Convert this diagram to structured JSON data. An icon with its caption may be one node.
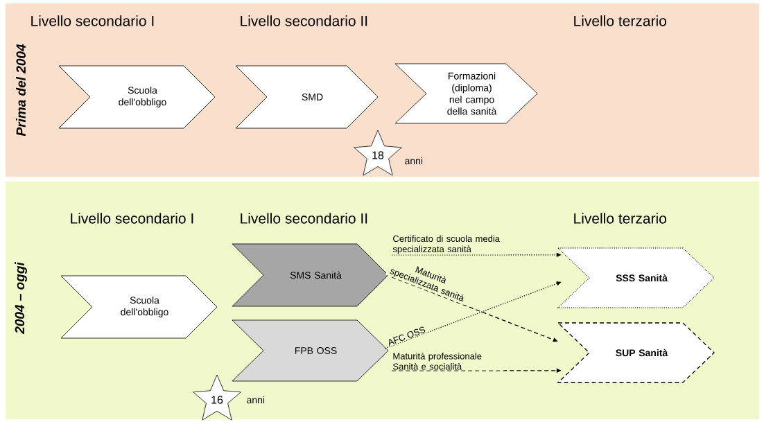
{
  "diagram": {
    "nodes": [
      {
        "text": [
          "Prima del 2004"
        ]
      },
      {
        "text": [
          "2004 – oggi"
        ]
      },
      {
        "text": [
          "Scuola dell'obbligo"
        ],
        "in": 0
      },
      {
        "text": [
          "SMD"
        ],
        "in": 0
      },
      {
        "text": [
          "Formazioni (diploma) nel campo della sanità"
        ],
        "in": 0
      },
      {
        "text": [
          "18"
        ],
        "beside": [
          "anni"
        ],
        "in": 0
      },
      {
        "text": [
          "Scuola dell'obbligo"
        ],
        "in": 1
      },
      {
        "text": [
          "SMS Sanità"
        ],
        "in": 1
      },
      {
        "text": [
          "FPB OSS"
        ],
        "in": 1
      },
      {
        "text": [
          "16"
        ],
        "beside": [
          "anni"
        ],
        "in": 1
      },
      {
        "text": [
          "SSS Sanità"
        ],
        "in": 1
      },
      {
        "text": [
          "SUP Sanità"
        ],
        "in": 1
      }
    ],
    "edges": [
      {
        "from": 7,
        "to": 10,
        "arrow": "to",
        "label": "Certificato di scuola media specializzata sanità"
      },
      {
        "from": 7,
        "to": 11,
        "arrow": "to",
        "style": "dashed",
        "label": "Maturità specializzata sanità"
      },
      {
        "from": 8,
        "to": 10,
        "arrow": "to",
        "label": "AFC OSS"
      },
      {
        "from": 8,
        "to": 11,
        "arrow": "to",
        "style": "dashed",
        "label": "Maturità professionale Sanità e socialità"
      }
    ],
    "labels": [
      "Livello secondario I",
      "Livello secondario II",
      "Livello terzario",
      "Livello secondario I",
      "Livello secondario II",
      "Livello terzario"
    ]
  }
}
